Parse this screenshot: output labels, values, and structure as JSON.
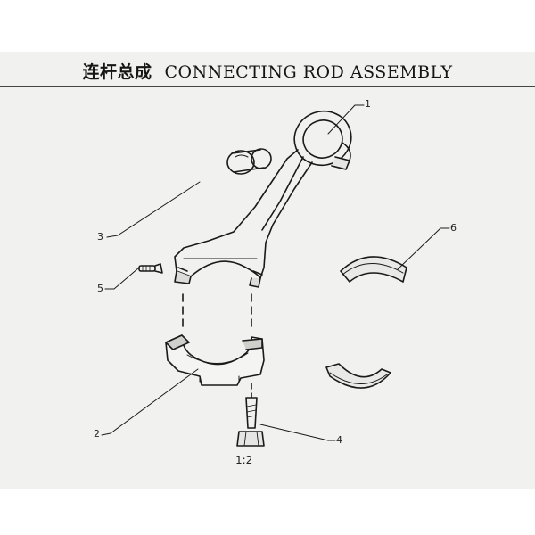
{
  "title": {
    "chinese": "连杆总成",
    "english": "CONNECTING ROD ASSEMBLY"
  },
  "scale": "1:2",
  "callouts": [
    "1",
    "2",
    "3",
    "4",
    "5",
    "6"
  ],
  "colors": {
    "paper": "#f1f1ef",
    "ink": "#1a1a1a",
    "shade": "#7a7a7a"
  }
}
